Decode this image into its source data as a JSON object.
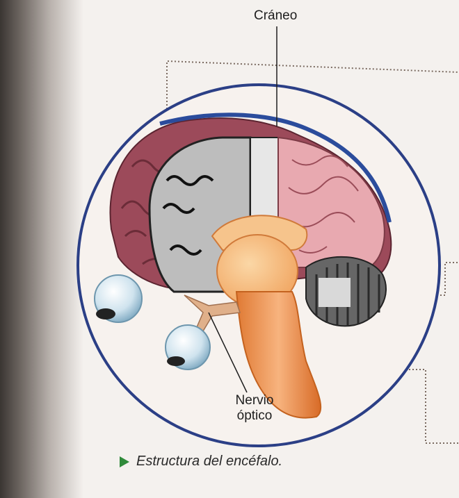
{
  "labels": {
    "craneo": "Cráneo",
    "nervio_line1": "Nervio",
    "nervio_line2": "óptico"
  },
  "caption": "Estructura del encéfalo.",
  "colors": {
    "circle": "#2b3f86",
    "cerebrum_outer": "#9c4a5a",
    "cerebrum_inner": "#e8a9b0",
    "brainstem": "#f2a36a",
    "cerebellum": "#555555",
    "arrow": "#2f8a3a",
    "dotted_line": "#7a6a60"
  }
}
